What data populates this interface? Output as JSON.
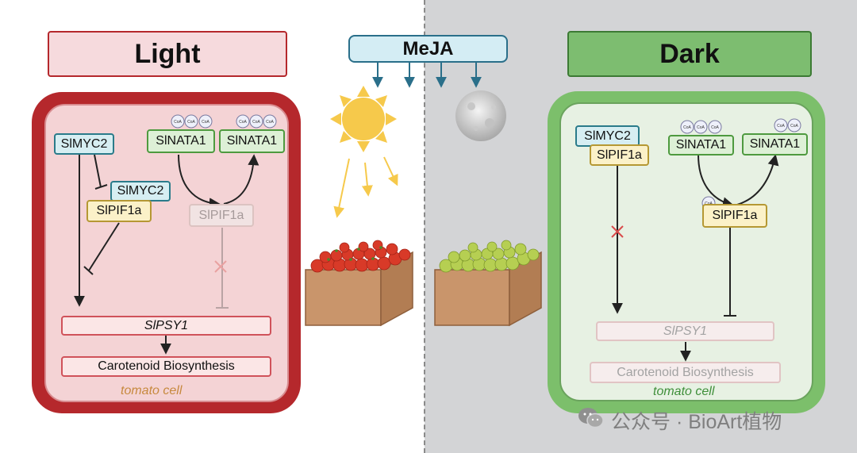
{
  "left_title": "Light",
  "right_title": "Dark",
  "meja": "MeJA",
  "coa": "CoA",
  "light_cell": {
    "slmyc2": "SlMYC2",
    "slnata1_a": "SlNATA1",
    "slnata1_b": "SlNATA1",
    "slmyc2_complex": "SlMYC2",
    "slpif1a_complex": "SlPIF1a",
    "slpif1a_faded": "SlPIF1a",
    "slpsy1": "SlPSY1",
    "carotenoid": "Carotenoid Biosynthesis",
    "cell_label": "tomato cell"
  },
  "dark_cell": {
    "slmyc2": "SlMYC2",
    "slpif1a_complex": "SlPIF1a",
    "slnata1_a": "SlNATA1",
    "slnata1_b": "SlNATA1",
    "slpif1a": "SlPIF1a",
    "slpsy1": "SlPSY1",
    "carotenoid": "Carotenoid Biosynthesis",
    "cell_label": "tomato cell"
  },
  "watermark": "公众号 · BioArt植物",
  "colors": {
    "light_cell_border": "#b5282c",
    "light_cell_fill": "#f3d4d6",
    "dark_cell_border": "#7cbf6b",
    "dark_cell_fill": "#e6f1e2",
    "meja_fill": "#d4edf4",
    "arrow_blue": "#2a6f8a",
    "sun": "#f6c94b"
  }
}
